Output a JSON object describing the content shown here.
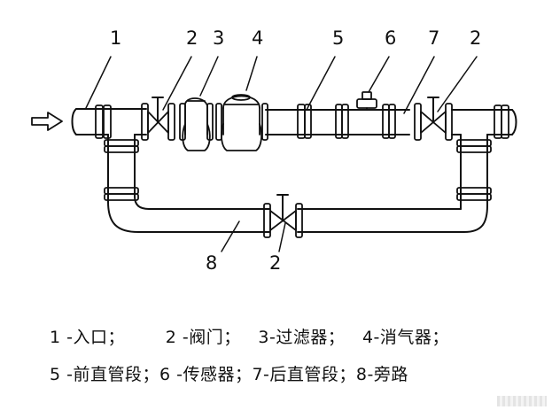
{
  "callouts": {
    "c1": "1",
    "c2a": "2",
    "c3": "3",
    "c4": "4",
    "c5": "5",
    "c6": "6",
    "c7": "7",
    "c2b": "2",
    "c8": "8",
    "c2c": "2"
  },
  "legend": {
    "row1": [
      "1 -入口；",
      "2 -阀门；",
      "3-过滤器；",
      "4-消气器；"
    ],
    "row2": [
      "5 -前直管段；",
      "6 -传感器；",
      "7-后直管段；",
      "8-旁路"
    ]
  }
}
